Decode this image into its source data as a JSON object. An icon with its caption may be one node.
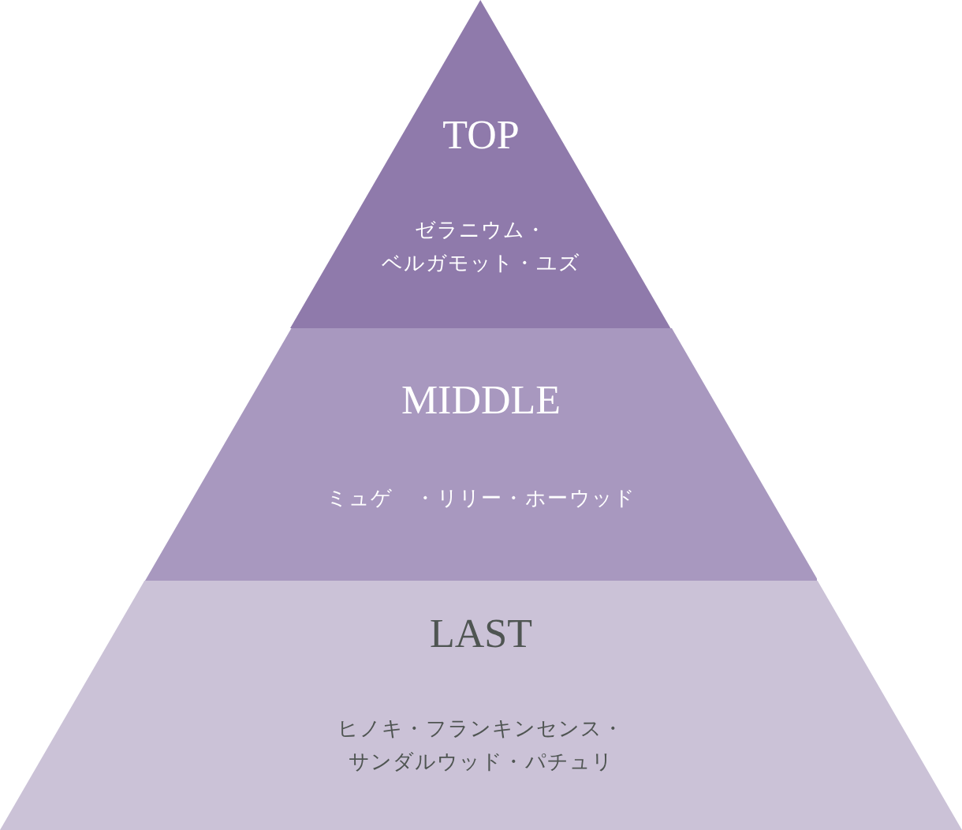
{
  "diagram": {
    "nodes": [
      {
        "text": [
          "TOP",
          "ゼラニウム・ベルガモット・ユズ"
        ]
      },
      {
        "text": [
          "MIDDLE",
          "ミュゲ　・リリー・ホーウッド"
        ]
      },
      {
        "text": [
          "LAST",
          "ヒノキ・フランキンセンス・サンダルウッド・パチュリ"
        ]
      }
    ]
  }
}
